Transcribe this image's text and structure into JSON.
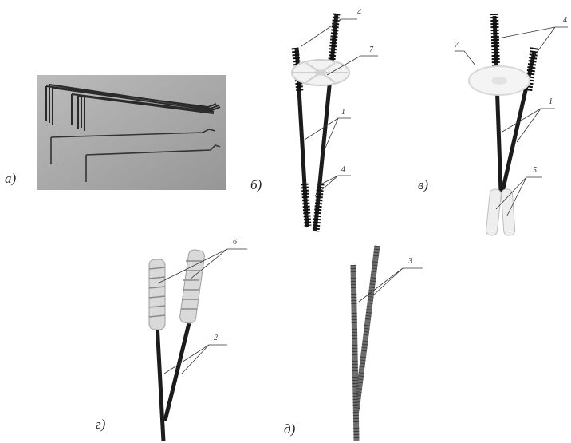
{
  "panels": [
    {
      "id": "a",
      "label": "а)"
    },
    {
      "id": "b",
      "label": "б)"
    },
    {
      "id": "v",
      "label": "в)"
    },
    {
      "id": "g",
      "label": "г)"
    },
    {
      "id": "d",
      "label": "д)"
    }
  ],
  "callouts": {
    "b": {
      "top": "4",
      "mid": "1",
      "bottom": "4",
      "washer": "7"
    },
    "v": {
      "top": "4",
      "mid": "1",
      "bottom": "5",
      "washer": "7"
    },
    "g": {
      "top": "6",
      "mid": "2"
    },
    "d": {
      "top": "3"
    }
  }
}
